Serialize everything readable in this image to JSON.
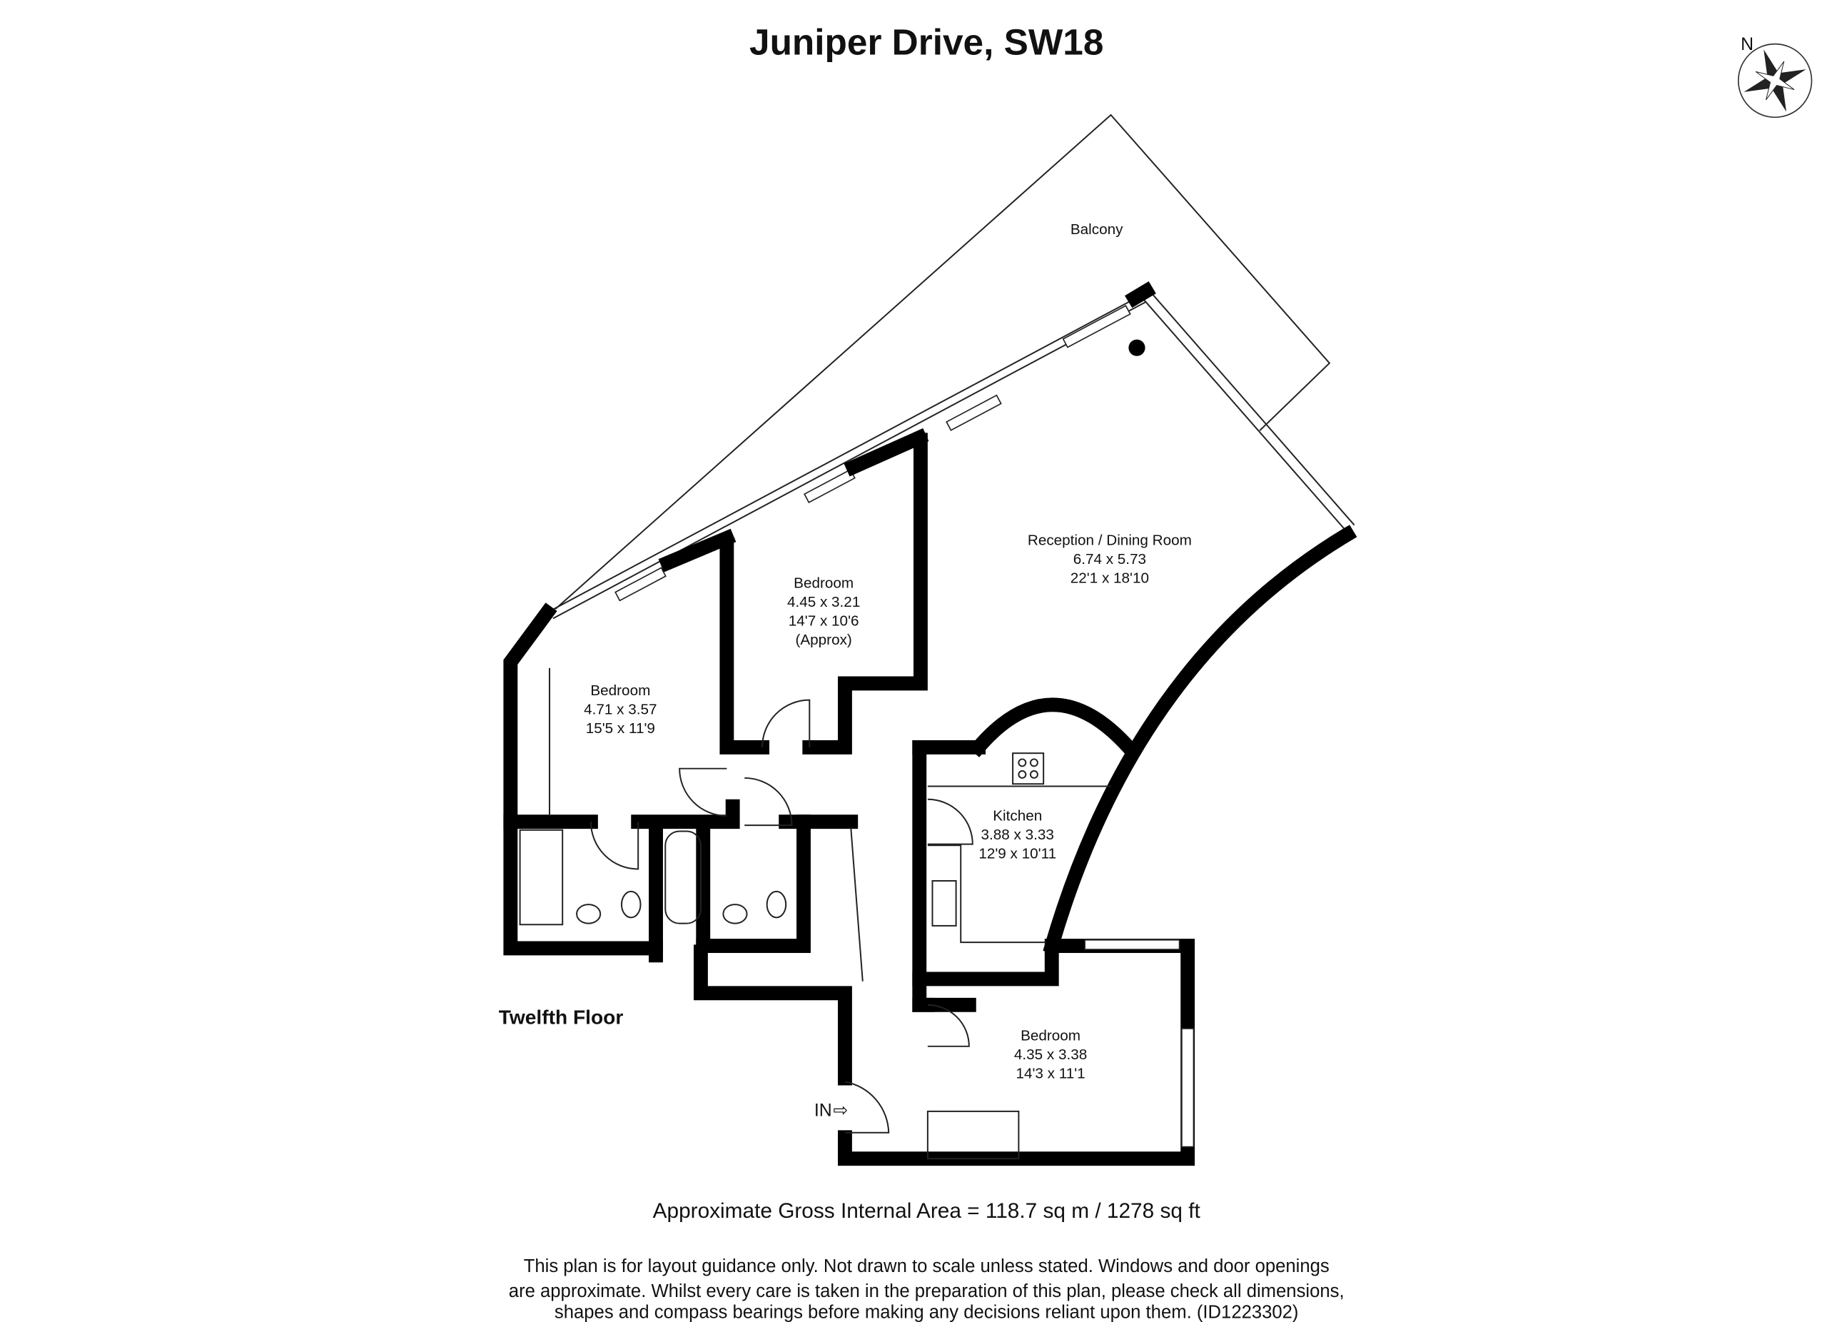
{
  "title": "Juniper Drive, SW18",
  "compass": {
    "label": "N",
    "icon": "compass-rose-icon"
  },
  "floor_label": "Twelfth Floor",
  "entrance_label": "IN",
  "rooms": {
    "balcony": {
      "name": "Balcony"
    },
    "reception": {
      "name": "Reception / Dining Room",
      "metric": "6.74 x 5.73",
      "imperial": "22'1 x 18'10"
    },
    "bedroom_mid": {
      "name": "Bedroom",
      "metric": "4.45 x 3.21",
      "imperial": "14'7 x 10'6",
      "note": "(Approx)"
    },
    "bedroom_left": {
      "name": "Bedroom",
      "metric": "4.71 x 3.57",
      "imperial": "15'5 x 11'9"
    },
    "kitchen": {
      "name": "Kitchen",
      "metric": "3.88 x 3.33",
      "imperial": "12'9 x 10'11"
    },
    "bedroom_bottom": {
      "name": "Bedroom",
      "metric": "4.35 x 3.38",
      "imperial": "14'3 x 11'1"
    }
  },
  "area": "Approximate Gross Internal Area  = 118.7 sq m / 1278 sq ft",
  "disclaimer": [
    "This plan is for layout guidance only. Not drawn to scale unless stated. Windows and door openings",
    "are approximate. Whilst every care is taken in the preparation of this plan, please check all dimensions,",
    "shapes and compass bearings before making any decisions reliant upon them. (ID1223302)"
  ]
}
